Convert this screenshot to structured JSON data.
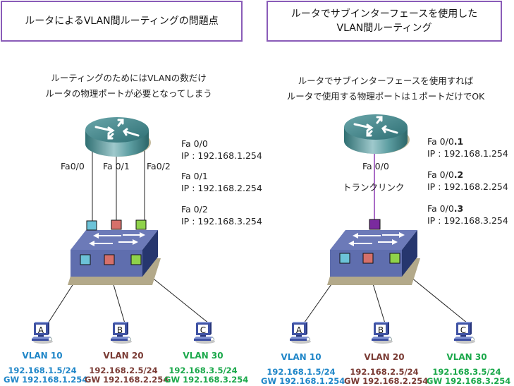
{
  "colors": {
    "title_border": "#8a5cb8",
    "vlan10": "#1f86c8",
    "vlan20": "#7a3b34",
    "vlan30": "#1aa84a",
    "trunk": "#8e3ab3",
    "port_cyan": "#6cc3d8",
    "port_red": "#d6706a",
    "port_green": "#8fd24a",
    "port_purple": "#7a2a9e"
  },
  "left": {
    "title": "ルータによるVLAN間ルーティングの問題点",
    "caption_line1": "ルーティングのためにはVLANの数だけ",
    "caption_line2": "ルータの物理ポートが必要となってしまう",
    "port_labels": [
      "Fa0/0",
      "Fa 0/1",
      "Fa0/2"
    ],
    "interfaces": [
      {
        "name": "Fa 0/0",
        "ip": "IP : 192.168.1.254"
      },
      {
        "name": "Fa 0/1",
        "ip": "IP : 192.168.2.254"
      },
      {
        "name": "Fa 0/2",
        "ip": "IP : 192.168.3.254"
      }
    ],
    "pcs": [
      {
        "label": "A",
        "vlan": "VLAN 10",
        "ip": "192.168.1.5/24",
        "gw": "GW 192.168.1.254"
      },
      {
        "label": "B",
        "vlan": "VLAN 20",
        "ip": "192.168.2.5/24",
        "gw": "GW 192.168.2.254"
      },
      {
        "label": "C",
        "vlan": "VLAN 30",
        "ip": "192.168.3.5/24",
        "gw": "GW 192.168.3.254"
      }
    ]
  },
  "right": {
    "title_line1": "ルータでサブインターフェースを使用した",
    "title_line2": "VLAN間ルーティング",
    "caption_line1": "ルータでサブインターフェースを使用すれば",
    "caption_line2": "ルータで使用する物理ポートは１ポートだけでOK",
    "port_label": "Fa 0/0",
    "trunk_label": "トランクリンク",
    "interfaces": [
      {
        "name_prefix": "Fa 0/0",
        "name_suffix": ".1",
        "ip": "IP : 192.168.1.254"
      },
      {
        "name_prefix": "Fa 0/0",
        "name_suffix": ".2",
        "ip": "IP : 192.168.2.254"
      },
      {
        "name_prefix": "Fa 0/0",
        "name_suffix": ".3",
        "ip": "IP : 192.168.3.254"
      }
    ],
    "pcs": [
      {
        "label": "A",
        "vlan": "VLAN 10",
        "ip": "192.168.1.5/24",
        "gw": "GW 192.168.1.254"
      },
      {
        "label": "B",
        "vlan": "VLAN 20",
        "ip": "192.168.2.5/24",
        "gw": "GW 192.168.2.254"
      },
      {
        "label": "C",
        "vlan": "VLAN 30",
        "ip": "192.168.3.5/24",
        "gw": "GW 192.168.3.254"
      }
    ]
  }
}
